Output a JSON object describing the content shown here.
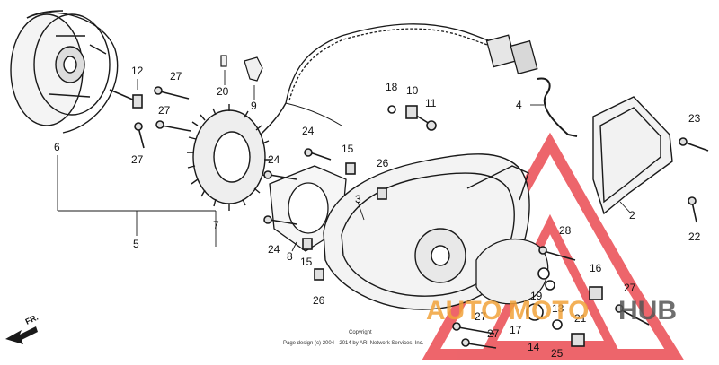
{
  "colors": {
    "ink": "#1a1a1a",
    "watermark_red": "#e8323a",
    "watermark_orange": "#f2a33a",
    "watermark_gray": "#555555"
  },
  "direction_label": "FR.",
  "copyright": {
    "line1": "Copyright",
    "line2": "Page design (c) 2004 - 2014 by ARI Network Services, Inc."
  },
  "watermark": {
    "part1": "AUTO",
    "part2": "MOTO",
    "part3": "HUB"
  },
  "callouts": {
    "c1": "12",
    "c2": "27",
    "c3": "27",
    "c4": "27",
    "c5": "6",
    "c6": "5",
    "c7": "7",
    "c8": "20",
    "c9": "9",
    "c10": "24",
    "c11": "24",
    "c12": "24",
    "c13": "8",
    "c14": "15",
    "c15": "15",
    "c16": "26",
    "c17": "26",
    "c18": "3",
    "c19": "18",
    "c20": "10",
    "c21": "11",
    "c22": "4",
    "c23": "23",
    "c24": "2",
    "c25": "22",
    "c26": "28",
    "c27": "16",
    "c28": "27",
    "c29": "19",
    "c30": "13",
    "c31": "27",
    "c32": "27",
    "c33": "17",
    "c34": "14",
    "c35": "25",
    "c36": "21"
  }
}
